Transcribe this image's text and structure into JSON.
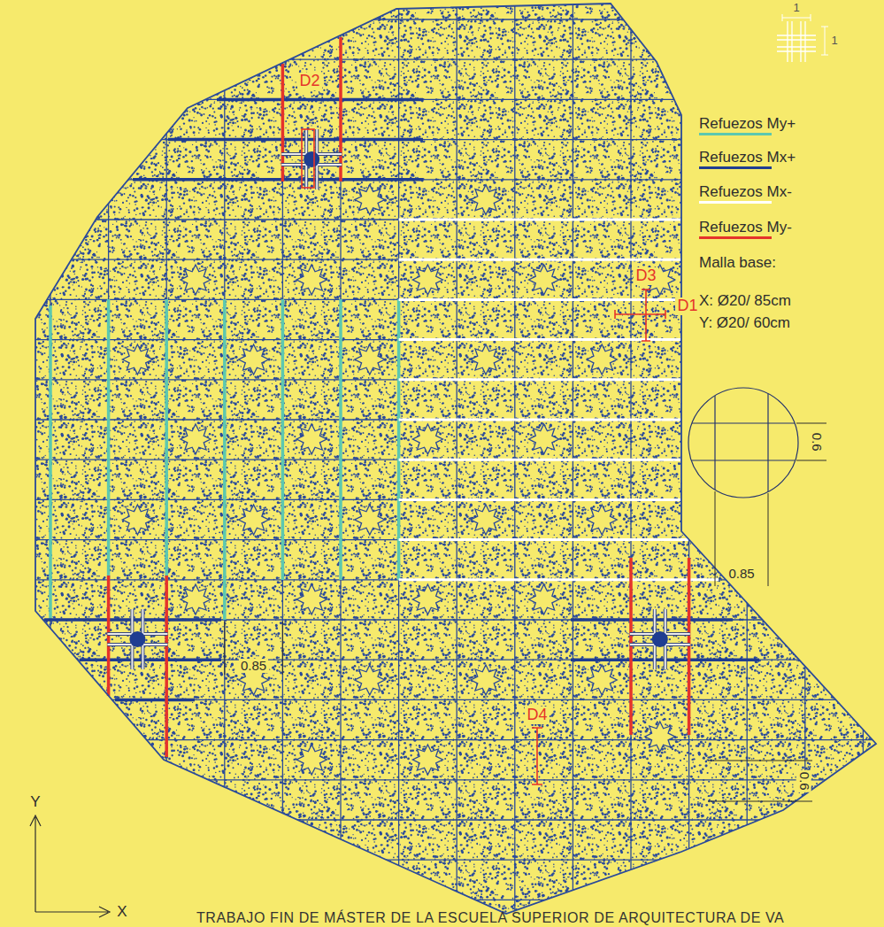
{
  "diagram": {
    "caption": "TRABAJO FIN DE MÁSTER DE LA ESCUELA SUPERIOR DE ARQUITECTURA DE VA",
    "labels": [
      "1",
      "1",
      "D2",
      "D3",
      "D1",
      "D4",
      "Malla base:",
      "X: Ø20/ 85cm",
      "Y: Ø20/ 60cm",
      "0.6",
      "0.85",
      "0.6",
      "0.85",
      "Y",
      "X"
    ],
    "legend": [
      {
        "text": "Refuezos My+",
        "color": "#5cc8b0"
      },
      {
        "text": "Refuezos Mx+",
        "color": "#1f3d91"
      },
      {
        "text": "Refuezos Mx-",
        "color": "#ffffff"
      },
      {
        "text": "Refuezos My-",
        "color": "#e5332a"
      }
    ]
  }
}
